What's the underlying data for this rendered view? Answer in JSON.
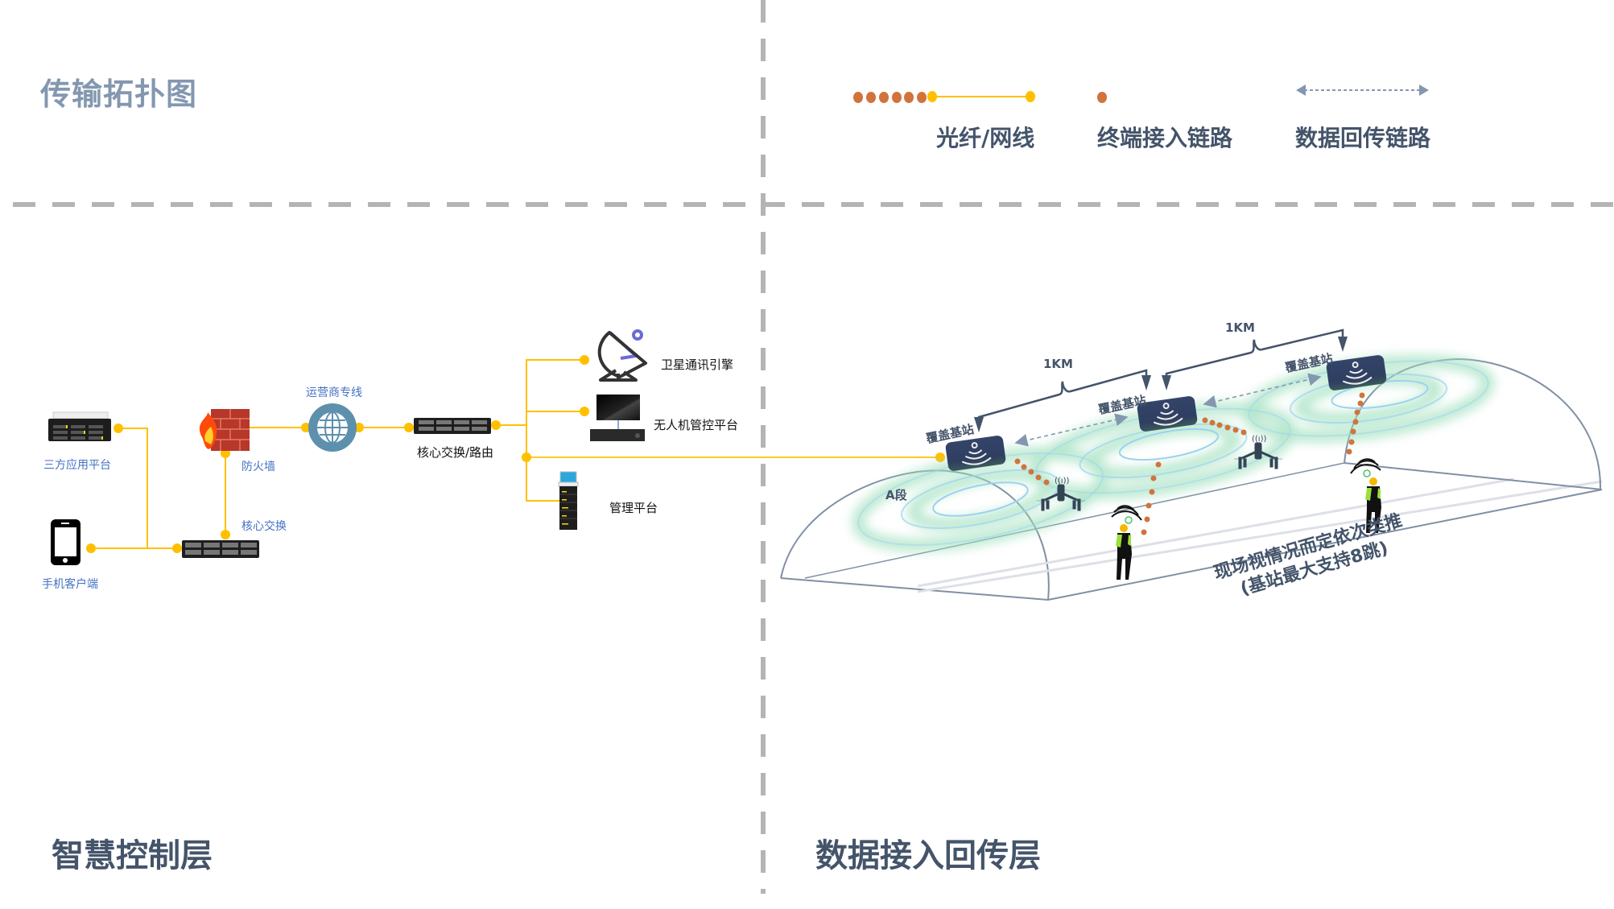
{
  "title": "传输拓扑图",
  "legend": [
    {
      "label": "光纤/网线",
      "icon": "fiber-line-icon",
      "color": "#ffc000"
    },
    {
      "label": "终端接入链路",
      "icon": "dotted-link-icon",
      "color": "#d0743c"
    },
    {
      "label": "数据回传链路",
      "icon": "double-arrow-dashed-icon",
      "color": "#8497b0"
    }
  ],
  "layers": {
    "left": "智慧控制层",
    "right": "数据接入回传层"
  },
  "control_layer": {
    "nodes": {
      "third_party": "三方应用平台",
      "mobile": "手机客户端",
      "firewall": "防火墙",
      "core_switch": "核心交换",
      "carrier_line": "运营商专线",
      "core_router": "核心交换/路由",
      "satellite": "卫星通讯引擎",
      "uav_control": "无人机管控平台",
      "management": "管理平台"
    }
  },
  "access_layer": {
    "segment_label": "A段",
    "distances": [
      "1KM",
      "1KM"
    ],
    "base_stations": [
      "覆盖基站",
      "覆盖基站",
      "覆盖基站"
    ],
    "note_line1": "现场视情况而定依次类推",
    "note_line2": "(基站最大支持8跳)"
  },
  "colors": {
    "fiber": "#ffc000",
    "terminal_link": "#d0743c",
    "backhaul": "#8497b0",
    "base_station": "#2f3f61",
    "divider": "#b4b4b4",
    "coverage_glow": "#9fe0bd",
    "coverage_ring": "#9dd3f0"
  }
}
